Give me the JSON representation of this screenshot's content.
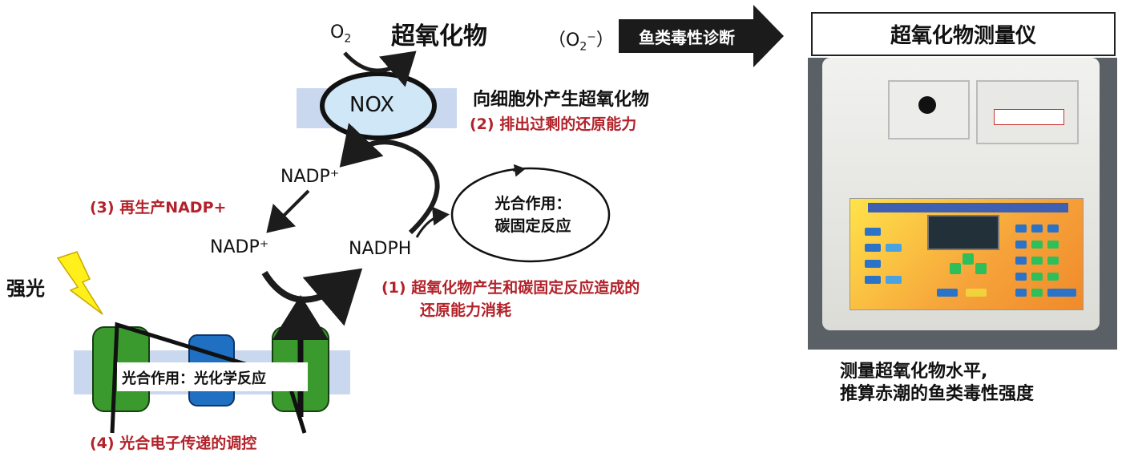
{
  "diagram": {
    "o2": "O",
    "o2_sub": "2",
    "superoxide_title": "超氧化物",
    "o2minus_open": "（O",
    "o2minus_sub": "2",
    "o2minus_close": "⁻）",
    "fish_toxicity_label": "鱼类毒性诊断",
    "nox": "NOX",
    "nox_desc": "向细胞外产生超氧化物",
    "step2": "(2) 排出过剩的还原能力",
    "nadp_plus_top": "NADP⁺",
    "step3": "(3) 再生产NADP+",
    "nadp_plus_bottom": "NADP⁺",
    "nadph": "NADPH",
    "photosynthesis_dark": "光合作用：\n碳固定反应",
    "step1_line1": "(1) 超氧化物产生和碳固定反应造成的",
    "step1_line2": "还原能力消耗",
    "strong_light": "强光",
    "photosynthesis_light": "光合作用：光化学反应",
    "step4": "(4) 光合电子传递的调控"
  },
  "instrument": {
    "title": "超氧化物测量仪",
    "note_line1": "测量超氧化物水平,",
    "note_line2": "推算赤潮的鱼类毒性强度"
  },
  "colors": {
    "red_text": "#b3222a",
    "membrane": "#c9d8ef",
    "nox_fill": "#cfe7f6",
    "complex_green": "#3a9a2e",
    "complex_blue": "#1f6fc2",
    "arrow_dark": "#1c1c1c",
    "light_yellow": "#ffef1a"
  },
  "icons": [
    "lightning-icon"
  ]
}
